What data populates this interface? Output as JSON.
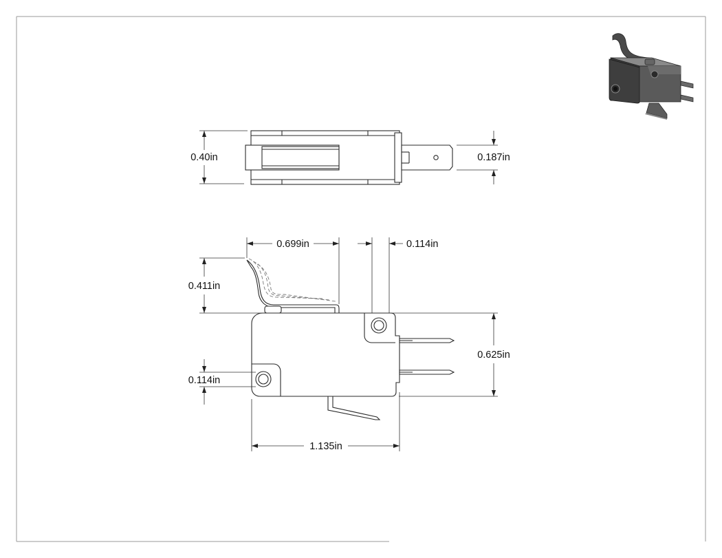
{
  "drawing": {
    "top_view": {
      "height_dim": "0.40in",
      "terminal_width_dim": "0.187in"
    },
    "side_view": {
      "lever_length_dim": "0.699in",
      "hole_offset_dim": "0.114in",
      "lever_height_dim": "0.411in",
      "hole_height_dim": "0.114in",
      "body_height_dim": "0.625in",
      "body_length_dim": "1.135in"
    }
  },
  "colors": {
    "line": "#2a2a2a",
    "frame": "#9a9a9a",
    "render_dark": "#3a3a3a",
    "render_mid": "#5a5a5a",
    "render_light": "#8a8a8a"
  }
}
